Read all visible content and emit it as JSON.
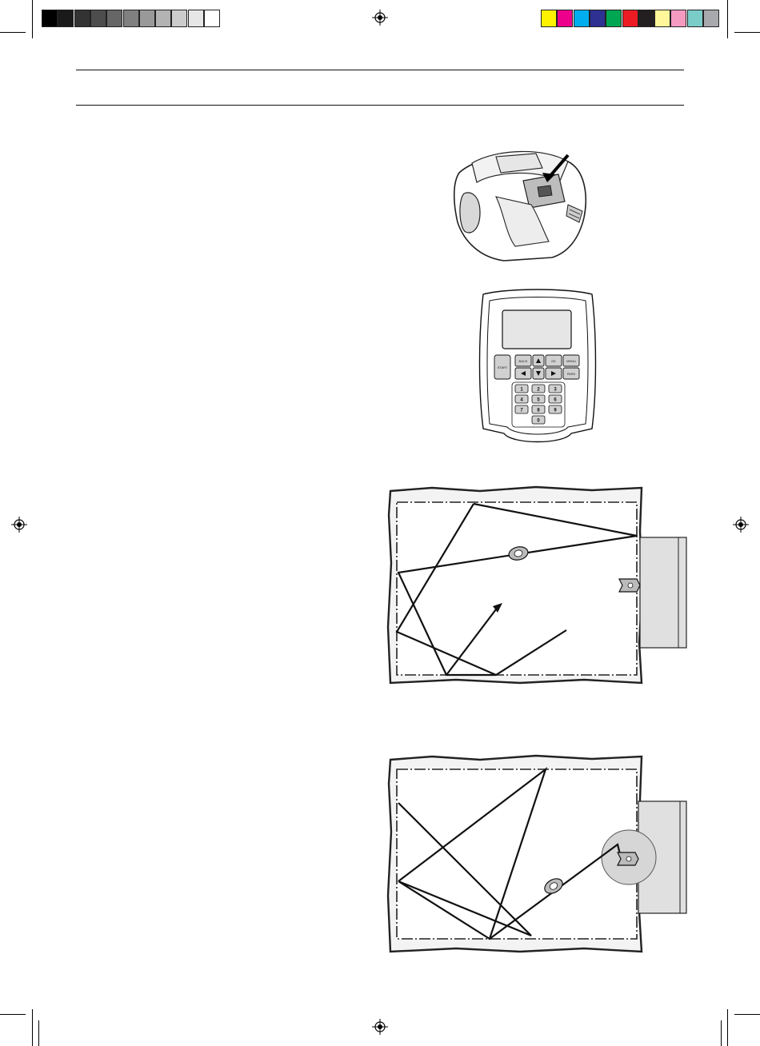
{
  "color_bar": {
    "greys": [
      "#000000",
      "#1a1a1a",
      "#333333",
      "#4d4d4d",
      "#666666",
      "#808080",
      "#999999",
      "#b3b3b3",
      "#cccccc",
      "#e6e6e6",
      "#ffffff"
    ],
    "process": [
      "#fff200",
      "#ec008c",
      "#00aeef",
      "#2e3192",
      "#00a651",
      "#ed1c24",
      "#231f20",
      "#fff799",
      "#f49ac1",
      "#7accc8",
      "#a7a9ac"
    ]
  },
  "keypad": {
    "start": "START",
    "back": "BACK",
    "ok": "OK",
    "menu": "MENU",
    "park": "PARK",
    "digits": [
      "1",
      "2",
      "3",
      "4",
      "5",
      "6",
      "7",
      "8",
      "9",
      "0"
    ]
  },
  "icons": [
    "registration-mark",
    "mower-stop-button",
    "keypad-panel",
    "lawn-diagram"
  ]
}
